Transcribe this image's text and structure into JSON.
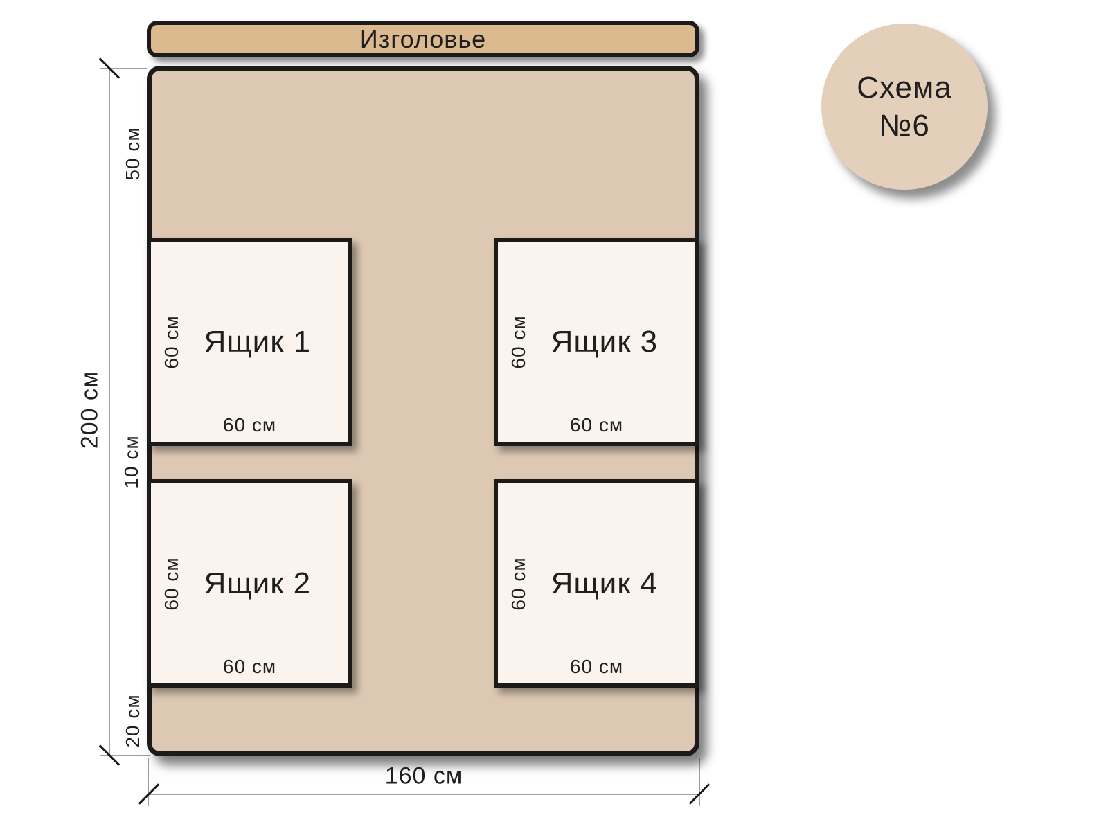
{
  "badge": {
    "line1": "Схема",
    "line2": "№6"
  },
  "headboard": {
    "label": "Изголовье"
  },
  "bed": {
    "drawers": [
      {
        "name": "Ящик 1",
        "width_label": "60 см",
        "height_label": "60 см"
      },
      {
        "name": "Ящик 2",
        "width_label": "60 см",
        "height_label": "60 см"
      },
      {
        "name": "Ящик 3",
        "width_label": "60 см",
        "height_label": "60 см"
      },
      {
        "name": "Ящик 4",
        "width_label": "60 см",
        "height_label": "60 см"
      }
    ]
  },
  "dimensions": {
    "total_height": "200 см",
    "total_width": "160 см",
    "top_gap": "50 см",
    "middle_gap": "10 см",
    "bottom_gap": "20 см"
  },
  "colors": {
    "headboard_fill": "#dcba90",
    "bed_fill": "#ddc9b3",
    "drawer_fill": "#fbf3ed",
    "badge_fill": "#e4cfba",
    "outline": "#1d1b19",
    "dimension_line": "#9e9e9e",
    "text": "#1f1f1f"
  }
}
